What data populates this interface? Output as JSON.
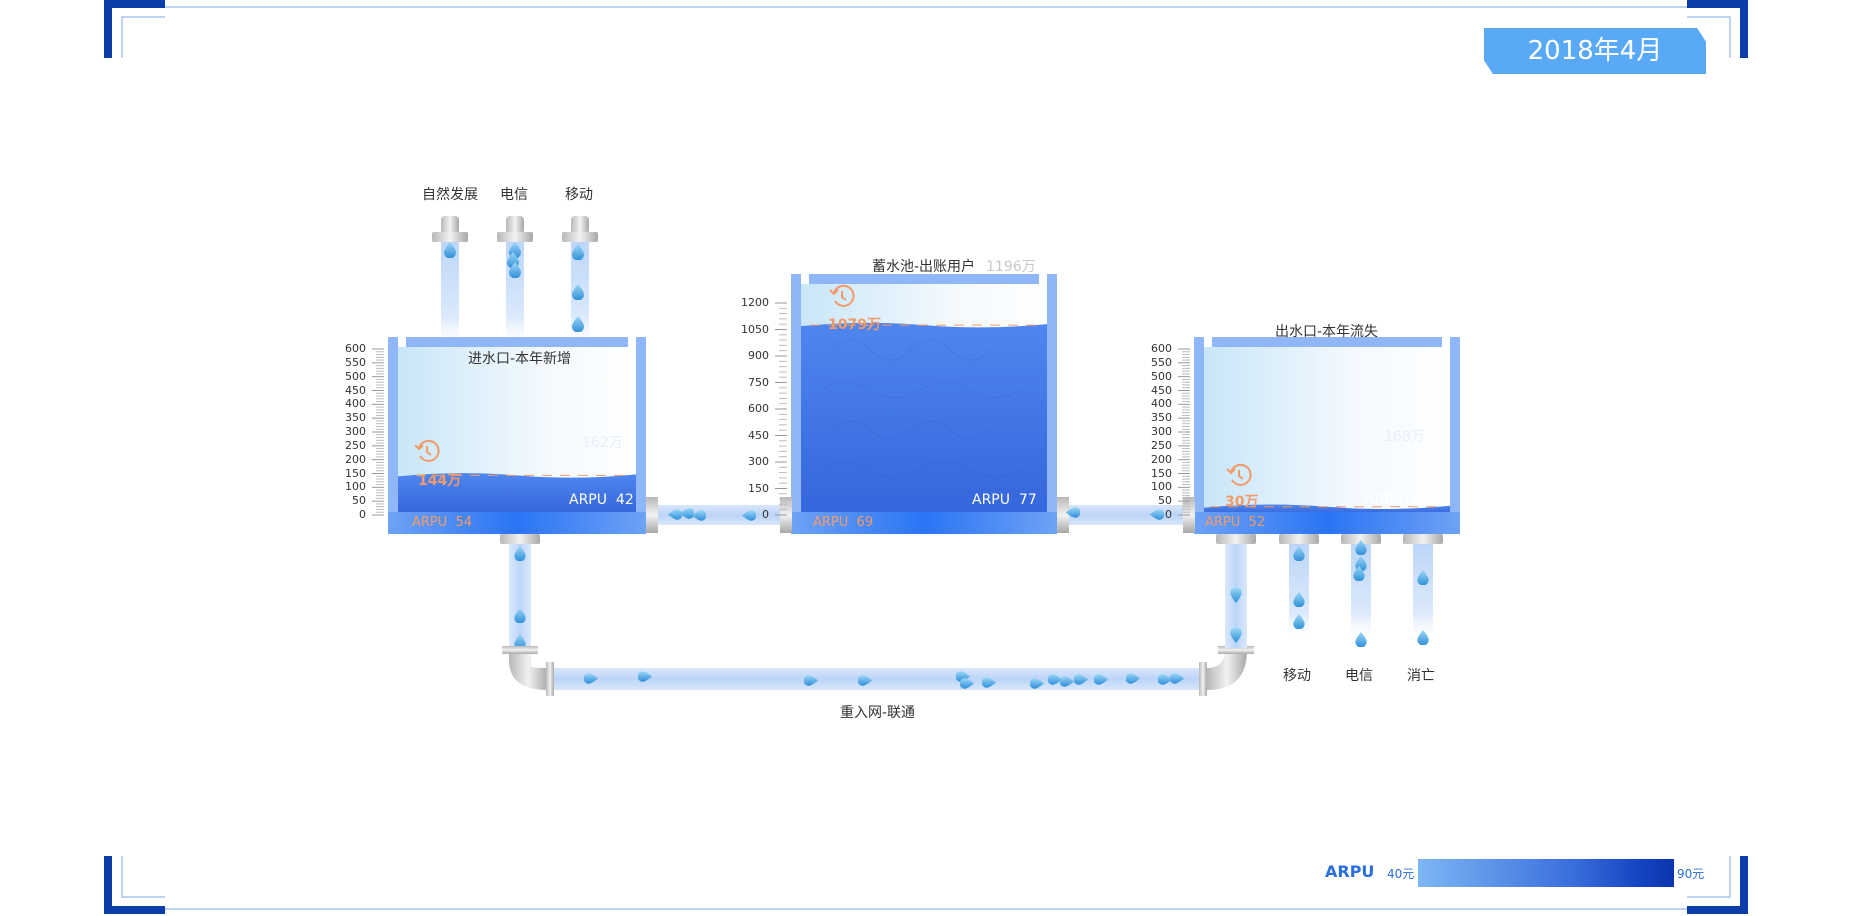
{
  "header": {
    "date": "2018年4月"
  },
  "inlet": {
    "title": "进水口-本年新增",
    "capacity": "162万",
    "level": "144万",
    "level_fraction": 0.24,
    "arpu_label": "ARPU",
    "arpu_right": "42",
    "arpu_left": "54",
    "scale": [
      "600",
      "550",
      "500",
      "450",
      "400",
      "350",
      "300",
      "250",
      "200",
      "150",
      "100",
      "50",
      "0"
    ],
    "sources": [
      "自然发展",
      "电信",
      "移动"
    ]
  },
  "reservoir": {
    "title": "蓄水池-出账用户",
    "capacity": "1196万",
    "level": "1079万",
    "level_fraction": 0.9,
    "arpu_label": "ARPU",
    "arpu_right": "77",
    "arpu_left": "69",
    "scale": [
      "1200",
      "1050",
      "900",
      "750",
      "600",
      "450",
      "300",
      "150",
      "0"
    ]
  },
  "outlet": {
    "title": "出水口-本年流失",
    "capacity": "168万",
    "level": "30万",
    "level_fraction": 0.05,
    "arpu_label": "ARPU",
    "arpu_right": "58",
    "arpu_left": "52",
    "scale": [
      "600",
      "550",
      "500",
      "450",
      "400",
      "350",
      "300",
      "250",
      "200",
      "150",
      "100",
      "50",
      "0"
    ],
    "drains": [
      "移动",
      "电信",
      "消亡"
    ]
  },
  "return_pipe": {
    "label": "重入网-联通"
  },
  "legend": {
    "title": "ARPU",
    "min": "40元",
    "max": "90元"
  },
  "colors": {
    "frame": "#0a3ea8",
    "badge": "#5aa9f7",
    "water": "#3f74e6",
    "accent": "#f29a6a"
  }
}
